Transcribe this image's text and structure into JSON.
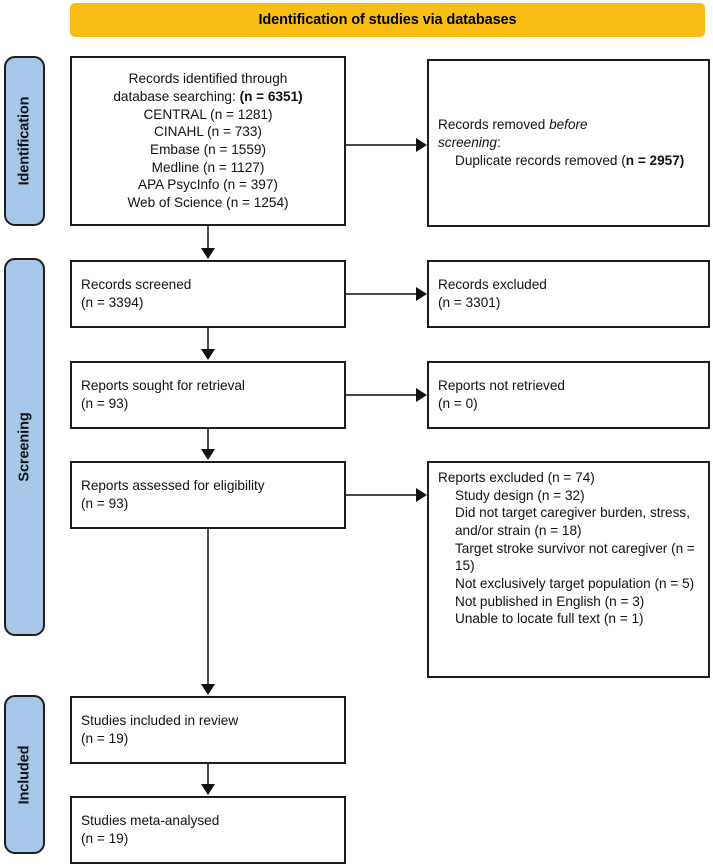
{
  "diagram": {
    "title": "PRISMA flow diagram",
    "banner": {
      "label": "Identification of studies via databases",
      "color": "#f7bd13"
    },
    "stage_color": "#a5c8ea",
    "stages": [
      {
        "id": "identification",
        "label": "Identification"
      },
      {
        "id": "screening",
        "label": "Screening"
      },
      {
        "id": "included",
        "label": "Included"
      }
    ],
    "boxes": {
      "records_identified": {
        "line1": "Records identified through",
        "line2_prefix": "database searching: ",
        "line2_bold": "(n = 6351)",
        "sources": [
          "CENTRAL (n = 1281)",
          "CINAHL (n = 733)",
          "Embase (n = 1559)",
          "Medline (n = 1127)",
          "APA PsycInfo (n = 397)",
          "Web of Science (n = 1254)"
        ]
      },
      "records_removed": {
        "line1_prefix": "Records removed ",
        "line1_italic": "before",
        "line2_italic": "screening",
        "line2_suffix": ":",
        "line3_prefix": "Duplicate records removed (",
        "line3_bold": "n = 2957)"
      },
      "records_screened": {
        "line1": "Records screened",
        "line2": "(n = 3394)"
      },
      "records_excluded": {
        "line1": "Records excluded",
        "line2": "(n = 3301)"
      },
      "reports_sought": {
        "line1": "Reports sought for retrieval",
        "line2": "(n = 93)"
      },
      "reports_not_retrieved": {
        "line1": "Reports not retrieved",
        "line2": "(n = 0)"
      },
      "reports_assessed": {
        "line1": "Reports assessed for eligibility",
        "line2": "(n = 93)"
      },
      "reports_excluded": {
        "heading": "Reports excluded (n = 74)",
        "reasons": [
          "Study design (n = 32)",
          "Did not target caregiver burden, stress, and/or strain (n = 18)",
          "Target stroke survivor not caregiver (n = 15)",
          "Not exclusively target population (n = 5)",
          "Not published in English (n = 3)",
          "Unable to locate full text (n = 1)"
        ]
      },
      "studies_included": {
        "line1": "Studies included in review",
        "line2": "(n = 19)"
      },
      "studies_meta_analysed": {
        "line1": "Studies meta-analysed",
        "line2": "(n = 19)"
      }
    }
  },
  "chart_data": {
    "type": "diagram",
    "title": "Identification of studies via databases",
    "nodes": [
      {
        "id": "records_identified",
        "stage": "Identification",
        "column": "left",
        "label": "Records identified through database searching",
        "n": 6351,
        "breakdown": [
          {
            "source": "CENTRAL",
            "n": 1281
          },
          {
            "source": "CINAHL",
            "n": 733
          },
          {
            "source": "Embase",
            "n": 1559
          },
          {
            "source": "Medline",
            "n": 1127
          },
          {
            "source": "APA PsycInfo",
            "n": 397
          },
          {
            "source": "Web of Science",
            "n": 1254
          }
        ]
      },
      {
        "id": "records_removed",
        "stage": "Identification",
        "column": "right",
        "label": "Records removed before screening: Duplicate records removed",
        "n": 2957
      },
      {
        "id": "records_screened",
        "stage": "Screening",
        "column": "left",
        "label": "Records screened",
        "n": 3394
      },
      {
        "id": "records_excluded",
        "stage": "Screening",
        "column": "right",
        "label": "Records excluded",
        "n": 3301
      },
      {
        "id": "reports_sought",
        "stage": "Screening",
        "column": "left",
        "label": "Reports sought for retrieval",
        "n": 93
      },
      {
        "id": "reports_not_retrieved",
        "stage": "Screening",
        "column": "right",
        "label": "Reports not retrieved",
        "n": 0
      },
      {
        "id": "reports_assessed",
        "stage": "Screening",
        "column": "left",
        "label": "Reports assessed for eligibility",
        "n": 93
      },
      {
        "id": "reports_excluded",
        "stage": "Screening",
        "column": "right",
        "label": "Reports excluded",
        "n": 74,
        "breakdown": [
          {
            "reason": "Study design",
            "n": 32
          },
          {
            "reason": "Did not target caregiver burden, stress, and/or strain",
            "n": 18
          },
          {
            "reason": "Target stroke survivor not caregiver",
            "n": 15
          },
          {
            "reason": "Not exclusively target population",
            "n": 5
          },
          {
            "reason": "Not published in English",
            "n": 3
          },
          {
            "reason": "Unable to locate full text",
            "n": 1
          }
        ]
      },
      {
        "id": "studies_included",
        "stage": "Included",
        "column": "left",
        "label": "Studies included in review",
        "n": 19
      },
      {
        "id": "studies_meta_analysed",
        "stage": "Included",
        "column": "left",
        "label": "Studies meta-analysed",
        "n": 19
      }
    ],
    "edges": [
      {
        "from": "records_identified",
        "to": "records_removed",
        "direction": "right"
      },
      {
        "from": "records_identified",
        "to": "records_screened",
        "direction": "down"
      },
      {
        "from": "records_screened",
        "to": "records_excluded",
        "direction": "right"
      },
      {
        "from": "records_screened",
        "to": "reports_sought",
        "direction": "down"
      },
      {
        "from": "reports_sought",
        "to": "reports_not_retrieved",
        "direction": "right"
      },
      {
        "from": "reports_sought",
        "to": "reports_assessed",
        "direction": "down"
      },
      {
        "from": "reports_assessed",
        "to": "reports_excluded",
        "direction": "right"
      },
      {
        "from": "reports_assessed",
        "to": "studies_included",
        "direction": "down"
      },
      {
        "from": "studies_included",
        "to": "studies_meta_analysed",
        "direction": "down"
      }
    ]
  }
}
